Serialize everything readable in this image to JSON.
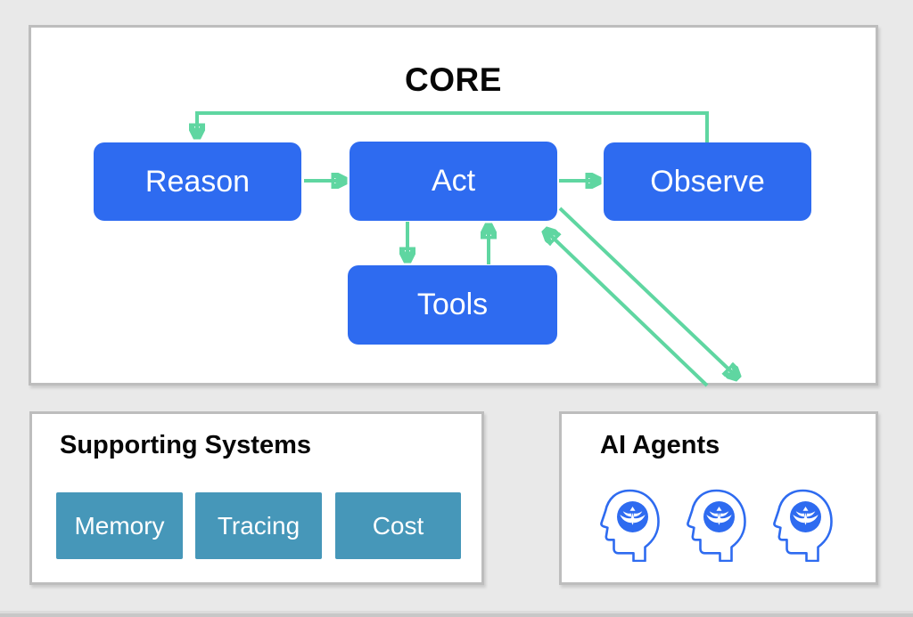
{
  "core": {
    "title": "CORE",
    "nodes": {
      "reason": "Reason",
      "act": "Act",
      "observe": "Observe",
      "tools": "Tools"
    },
    "edges": [
      {
        "from": "Reason",
        "to": "Act"
      },
      {
        "from": "Act",
        "to": "Observe"
      },
      {
        "from": "Observe",
        "to": "Reason"
      },
      {
        "from": "Act",
        "to": "Tools"
      },
      {
        "from": "Tools",
        "to": "Act"
      },
      {
        "from": "Act",
        "to": "AI Agents"
      },
      {
        "from": "AI Agents",
        "to": "Act"
      }
    ]
  },
  "supporting": {
    "title": "Supporting Systems",
    "items": [
      "Memory",
      "Tracing",
      "Cost"
    ]
  },
  "agents": {
    "title": "AI Agents",
    "icon": "agent-head-icon",
    "count": 3
  },
  "colors": {
    "node_blue": "#2e6bf0",
    "arrow_green": "#5fd6a1",
    "chip_teal": "#4697b9",
    "panel_border": "#bdbdbd",
    "background": "#e9e9e9",
    "node_text": "#ffffff",
    "title_text": "#070707"
  }
}
